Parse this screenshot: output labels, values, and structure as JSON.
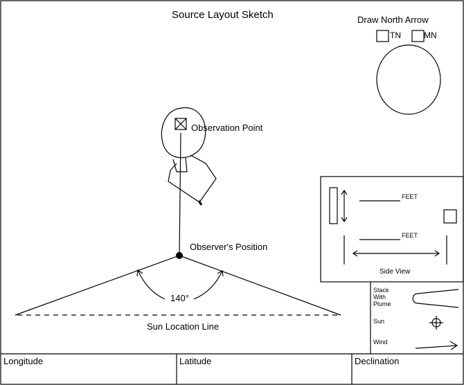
{
  "sketch": {
    "title": "Source Layout Sketch",
    "observation_point_label": "Observation Point",
    "observer_position_label": "Observer's Position",
    "angle_label": "140°",
    "sun_line_label": "Sun Location Line"
  },
  "north_arrow": {
    "title": "Draw North Arrow",
    "tn_label": "TN",
    "mn_label": "MN"
  },
  "side_view": {
    "feet_label_1": "FEET",
    "feet_label_2": "FEET",
    "caption": "Side View"
  },
  "legend": {
    "stack_label": "Stack With Plume",
    "sun_label": "Sun",
    "wind_label": "Wind"
  },
  "footer": {
    "longitude_label": "Longitude",
    "latitude_label": "Latitude",
    "declination_label": "Declination"
  }
}
